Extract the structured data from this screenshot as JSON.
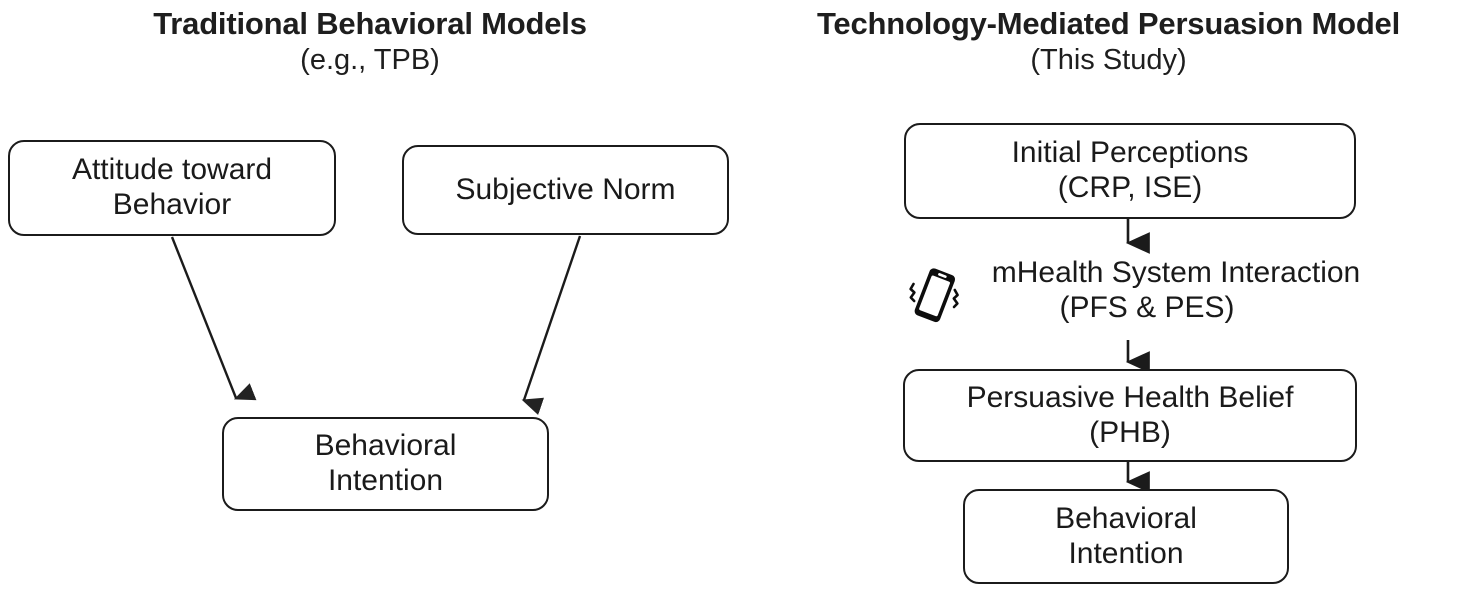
{
  "figure": {
    "background": "#ffffff",
    "stroke_color": "#1b1b1b",
    "text_color": "#1a1a1a"
  },
  "panels": [
    {
      "id": "left",
      "title_main": "Traditional Behavioral Models",
      "title_sub": "(e.g., TPB)"
    },
    {
      "id": "right",
      "title_main": "Technology-Mediated Persuasion Model",
      "title_sub": "(This Study)"
    }
  ],
  "left_model": {
    "attitude": {
      "line1": "Attitude toward",
      "line2": "Behavior"
    },
    "subjective": {
      "line1": "Subjective Norm"
    },
    "intention": {
      "line1": "Behavioral",
      "line2": "Intention"
    },
    "edges": [
      {
        "from": "attitude",
        "to": "intention",
        "style": "diagonal-arrow"
      },
      {
        "from": "subjective",
        "to": "intention",
        "style": "diagonal-arrow"
      }
    ]
  },
  "right_model": {
    "initial": {
      "line1": "Initial Perceptions",
      "line2": "(CRP, ISE)"
    },
    "interaction": {
      "icon": "vibrating-phone-icon",
      "line1": "mHealth System Interaction",
      "line2": "(PFS & PES)",
      "boxed": false
    },
    "phb": {
      "line1": "Persuasive Health Belief",
      "line2": "(PHB)"
    },
    "intention": {
      "line1": "Behavioral",
      "line2": "Intention"
    },
    "edges": [
      {
        "from": "initial",
        "to": "interaction",
        "style": "vertical-arrow"
      },
      {
        "from": "interaction",
        "to": "phb",
        "style": "vertical-arrow"
      },
      {
        "from": "phb",
        "to": "intention",
        "style": "vertical-arrow"
      }
    ]
  }
}
